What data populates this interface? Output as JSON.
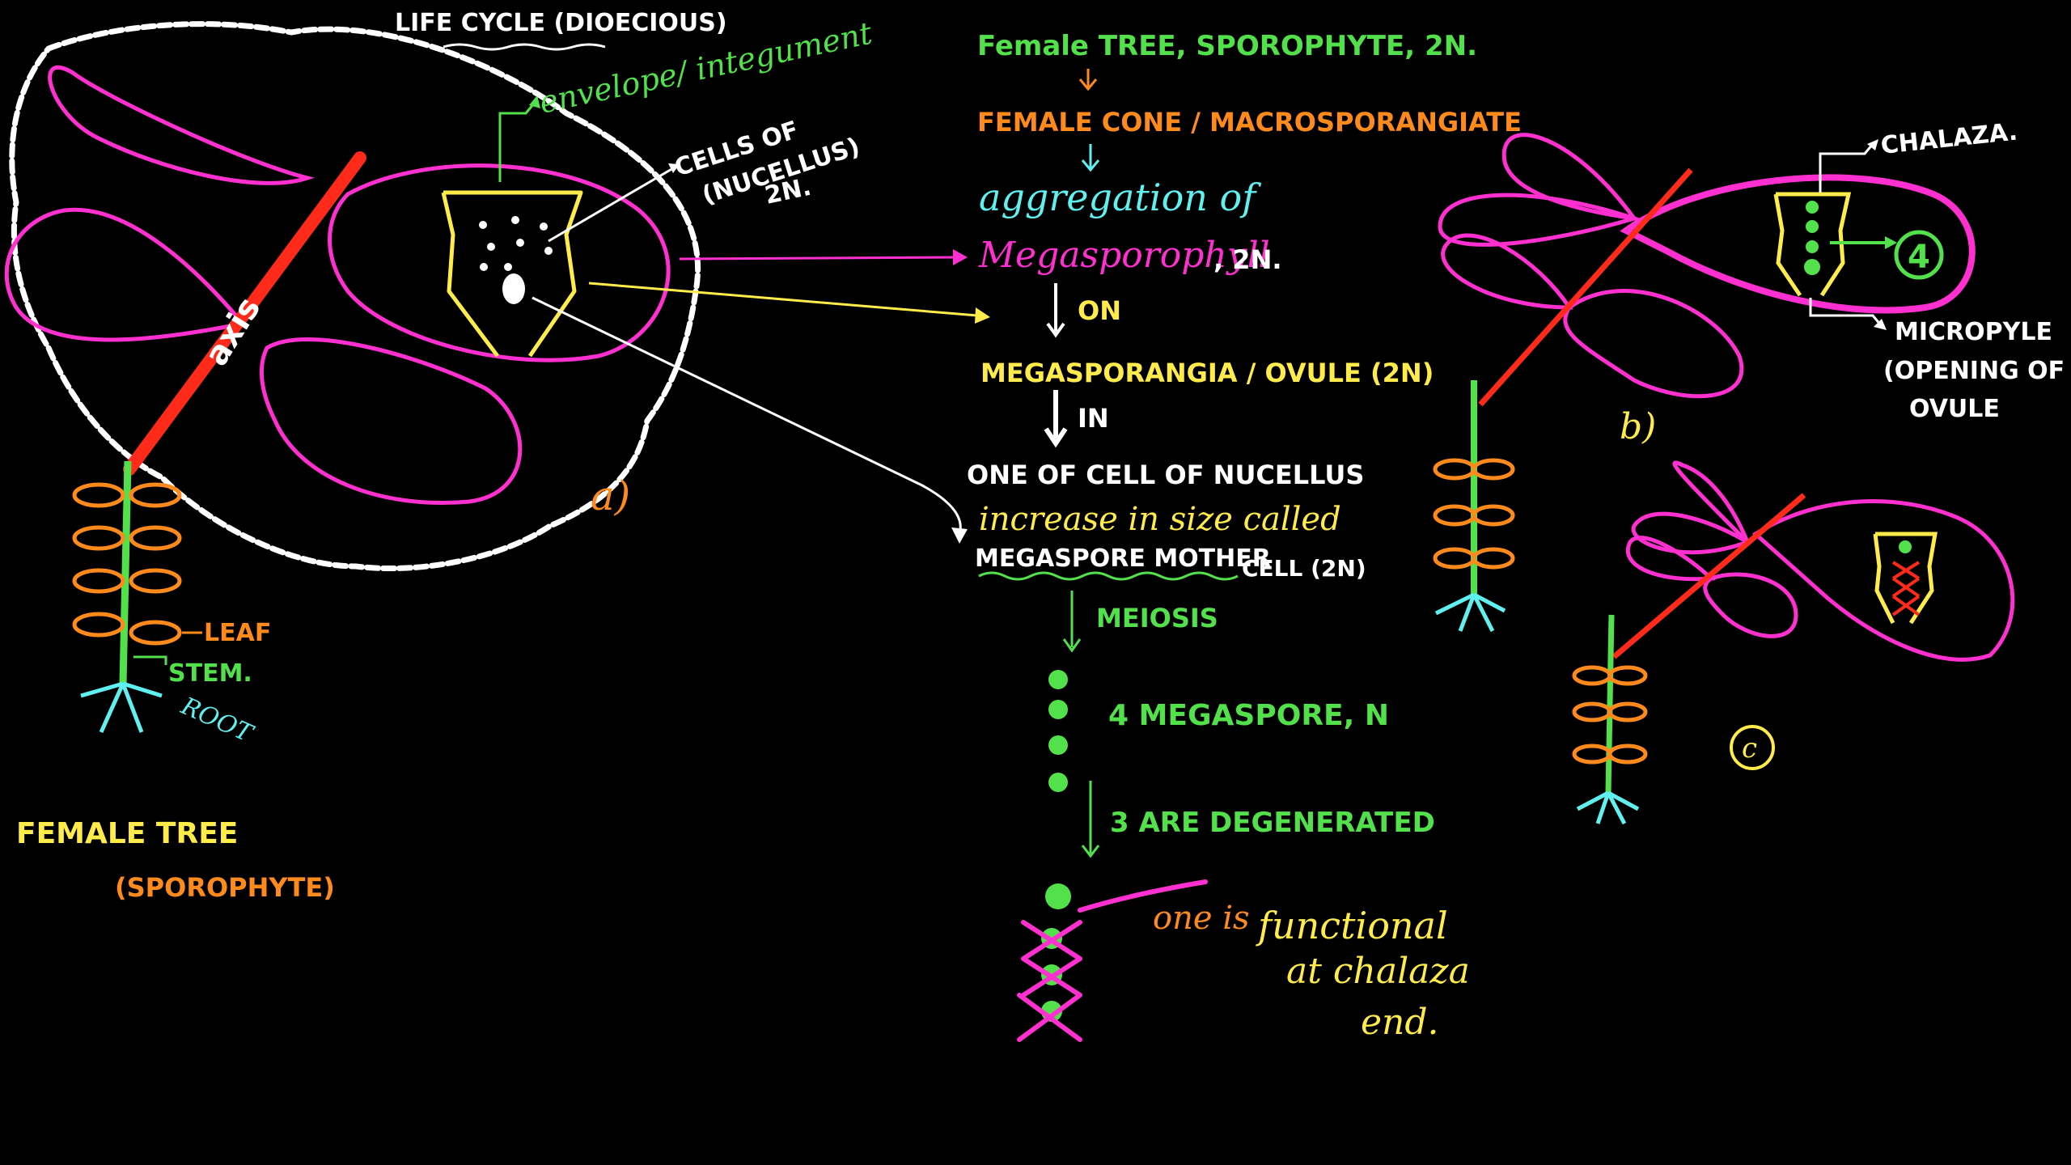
{
  "colors": {
    "background": "#000000",
    "red": "#ff2a1a",
    "magenta": "#ff2fd0",
    "yellow": "#ffec4a",
    "green": "#52e14a",
    "orange": "#ff8a1c",
    "cyan": "#5ff0f0",
    "white": "#ffffff"
  },
  "title": {
    "text": "LIFE CYCLE (DIOECIOUS)"
  },
  "diagram_a": {
    "label": "a)",
    "axis": "axis",
    "envelope": "envelope/ integument",
    "cells_of_nucellus": [
      "CELLS OF",
      "(NUCELLUS)",
      "2N."
    ],
    "leaf": "LEAF",
    "stem": "STEM.",
    "root": "ROOT",
    "female_tree": "FEMALE TREE",
    "sporophyte": "(SPOROPHYTE)"
  },
  "flow": {
    "step1": "Female TREE, SPOROPHYTE, 2N.",
    "step2": "FEMALE CONE / MACROSPORANGIATE",
    "step3a": "aggregation of",
    "step3b": "Megasporophyll",
    "step3c": ", 2N.",
    "on": "ON",
    "step4": "MEGASPORANGIA / OVULE (2N)",
    "in": "IN",
    "step5a": "ONE OF CELL OF NUCELLUS",
    "step5b": "increase in size called",
    "step5c": "MEGASPORE MOTHER",
    "step5d": "CELL (2N)",
    "meiosis": "MEIOSIS",
    "megaspores": "4 MEGASPORE, N",
    "degenerated": "3 ARE DEGENERATED",
    "functional1": "one is",
    "functional2": "functional",
    "functional3": "at chalaza",
    "functional4": "end."
  },
  "diagram_b": {
    "label": "b)",
    "chalaza": "CHALAZA.",
    "four": "4",
    "micropyle": "MICROPYLE",
    "opening": "(OPENING OF",
    "ovule": "OVULE"
  },
  "diagram_c": {
    "label": "c"
  }
}
